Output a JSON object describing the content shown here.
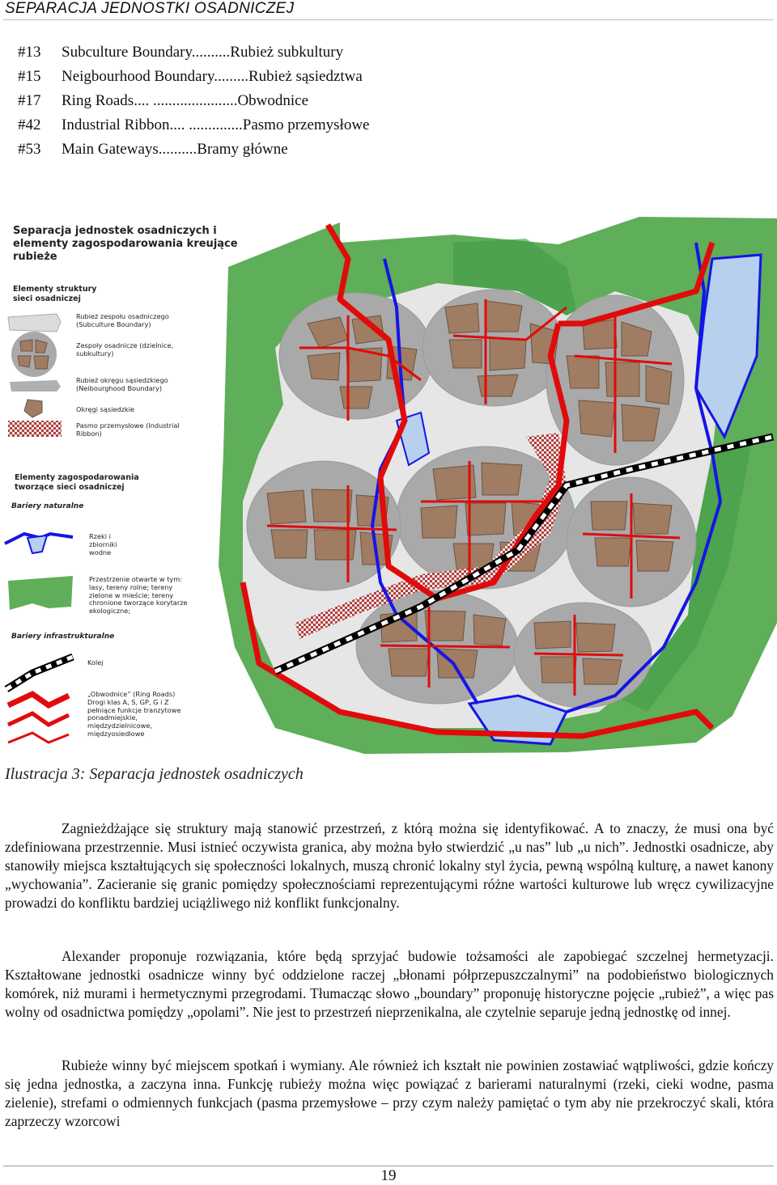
{
  "header": {
    "title": "SEPARACJA JEDNOSTKI OSADNICZEJ"
  },
  "terms": [
    {
      "num": "#13",
      "text": "Subculture Boundary..........Rubież subkultury"
    },
    {
      "num": "#15",
      "text": "Neigbourhood Boundary.........Rubież sąsiedztwa"
    },
    {
      "num": "#17",
      "text": "Ring Roads.... ......................Obwodnice"
    },
    {
      "num": "#42",
      "text": "Industrial Ribbon.... ..............Pasmo przemysłowe"
    },
    {
      "num": "#53",
      "text": "Main Gateways..........Bramy główne"
    }
  ],
  "legend": {
    "title": "Separacja jednostek osadniczych i elementy zagospodarowania kreujące rubieże",
    "structure_heading": "Elementy struktury sieci osadniczej",
    "items_structure": [
      "Rubież zespołu osadniczego (Subculture Boundary)",
      "Zespoły osadnicze (dzielnice, subkultury)",
      "Rubież okręgu sąsiedzkiego (Neibourghood Boundary)",
      "Okręgi sąsiedzkie",
      "Pasmo przemysłowe (Industrial Ribbon)"
    ],
    "development_heading": "Elementy zagospodarowania tworzące sieci osadniczej",
    "natural_heading": "Bariery naturalne",
    "items_natural": [
      "Rzeki i zbiorniki wodne",
      "Przestrzenie otwarte w tym: lasy, tereny rolne; tereny zielone w mieście; tereny chronione tworzące korytarze ekologiczne;"
    ],
    "infra_heading": "Bariery infrastrukturalne",
    "items_infra": [
      "Kolej",
      "„Obwodnice” (Ring Roads) Drogi klas A, S, GP, G i Z pełniące funkcje tranzytowe ponadmiejskie, międzydzielnicowe, międzyosiedlowe"
    ]
  },
  "colors": {
    "green": "#5fae5a",
    "dark_green": "#3f9a46",
    "gray": "#a9a9a9",
    "brown": "#a07c62",
    "red": "#e10b0b",
    "blue": "#1515e6",
    "water": "#b6d0ee"
  },
  "caption": "Ilustracja 3: Separacja jednostek osadniczych",
  "paragraphs": [
    "Zagnieżdżające się struktury mają stanowić przestrzeń, z którą można się identyfikować. A to znaczy, że musi ona być zdefiniowana przestrzennie. Musi istnieć oczywista granica, aby można było stwierdzić „u nas” lub „u nich”. Jednostki osadnicze, aby stanowiły miejsca kształtujących się społeczności lokalnych, muszą chronić lokalny styl życia, pewną wspólną kulturę, a nawet kanony „wychowania”. Zacieranie się granic pomiędzy społecznościami reprezentującymi różne wartości kulturowe lub wręcz cywilizacyjne prowadzi do konfliktu bardziej uciążliwego niż konflikt funkcjonalny.",
    "Alexander proponuje rozwiązania, które będą sprzyjać budowie tożsamości ale zapobiegać szczelnej hermetyzacji. Kształtowane jednostki osadnicze winny być oddzielone raczej „błonami półprzepuszczalnymi” na podobieństwo biologicznych komórek, niż murami i hermetycznymi przegrodami. Tłumacząc słowo „boundary” proponuję historyczne pojęcie „rubież”, a więc pas wolny od osadnictwa pomiędzy „opolami”. Nie jest to przestrzeń nieprzenikalna, ale czytelnie separuje jedną jednostkę od innej.",
    "Rubieże winny być miejscem spotkań i wymiany. Ale również ich kształt nie powinien zostawiać wątpliwości, gdzie kończy się jedna jednostka, a zaczyna inna. Funkcję rubieży można więc powiązać z barierami naturalnymi (rzeki, cieki wodne, pasma zielenie), strefami o odmiennych funkcjach (pasma przemysłowe – przy czym należy pamiętać o tym aby nie przekroczyć skali, która zaprzeczy wzorcowi"
  ],
  "page_number": "19"
}
